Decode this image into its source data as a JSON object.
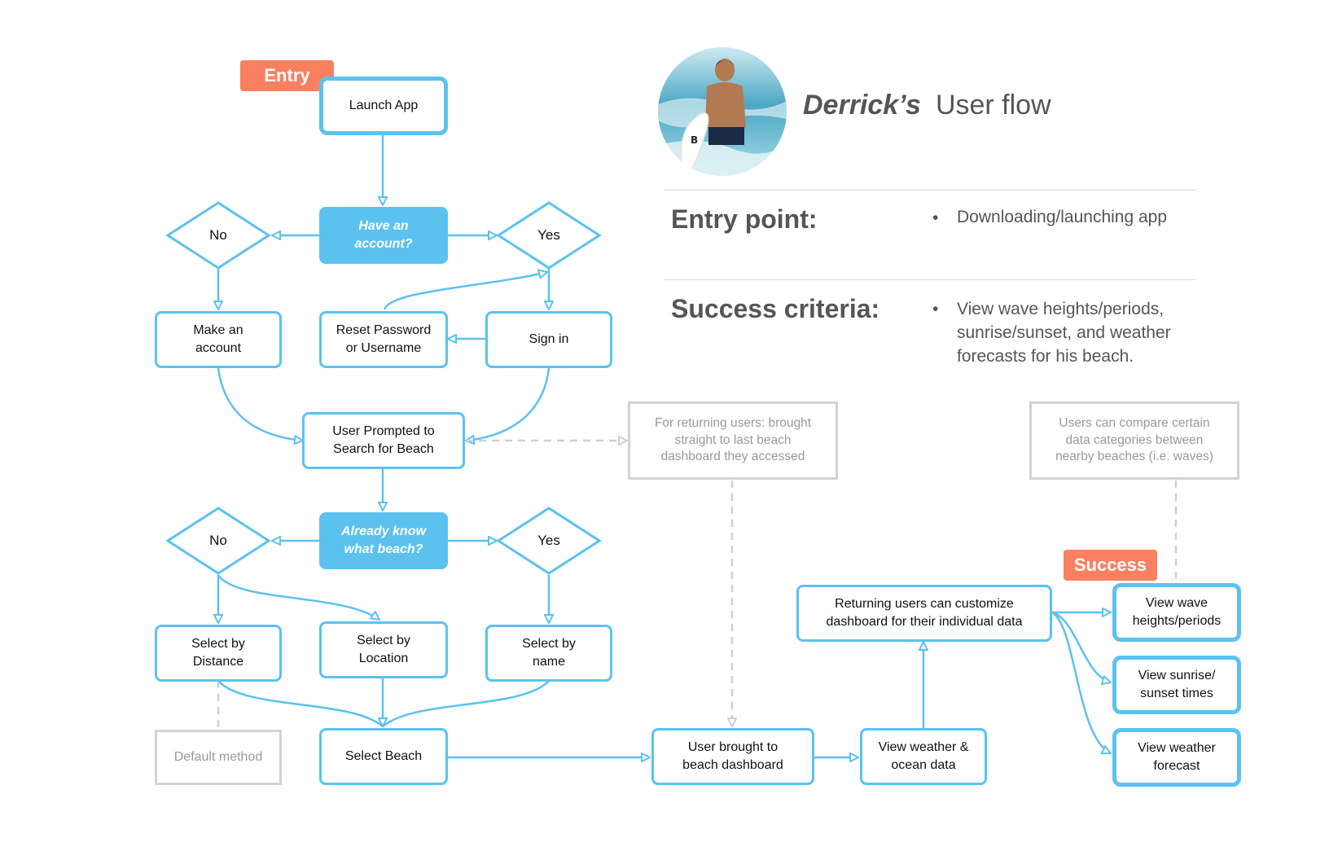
{
  "header": {
    "name": "Derrick’s",
    "title": "User flow"
  },
  "tags": {
    "entry": "Entry",
    "success": "Success"
  },
  "info": {
    "entry_label": "Entry point:",
    "entry_bullet": "•",
    "entry_text": "Downloading/launching app",
    "success_label": "Success criteria:",
    "success_bullet": "•",
    "success_lines": [
      "View wave heights/periods,",
      "sunrise/sunset, and weather",
      "forecasts for his beach."
    ]
  },
  "nodes": {
    "launch_app": "Launch App",
    "have_account": [
      "Have an",
      "account?"
    ],
    "no_1": "No",
    "yes_1": "Yes",
    "make_account": [
      "Make an",
      "account"
    ],
    "reset_password": [
      "Reset Password",
      "or Username"
    ],
    "sign_in": "Sign in",
    "user_prompted": [
      "User Prompted to",
      "Search for Beach"
    ],
    "returning_note": [
      "For returning users: brought",
      "straight to last beach",
      "dashboard they accessed"
    ],
    "compare_note": [
      "Users can compare certain",
      "data categories between",
      "nearby beaches (i.e. waves)"
    ],
    "already_know": [
      "Already know",
      "what beach?"
    ],
    "no_2": "No",
    "yes_2": "Yes",
    "select_distance": [
      "Select by",
      "Distance"
    ],
    "select_location": [
      "Select by",
      "Location"
    ],
    "select_name": [
      "Select by",
      "name"
    ],
    "default_method": "Default method",
    "select_beach": "Select Beach",
    "user_brought": [
      "User brought to",
      "beach dashboard"
    ],
    "view_weather_ocean": [
      "View weather &",
      "ocean data"
    ],
    "returning_customize": [
      "Returning users can customize",
      "dashboard for their individual data"
    ],
    "view_wave": [
      "View wave",
      "heights/periods"
    ],
    "view_sunrise": [
      "View sunrise/",
      "sunset times"
    ],
    "view_forecast": [
      "View weather",
      "forecast"
    ]
  },
  "colors": {
    "flow_blue": "#5bc2ef",
    "accent_orange": "#fa8060",
    "muted_gray": "#d3d3d3",
    "text_gray": "#555555"
  }
}
